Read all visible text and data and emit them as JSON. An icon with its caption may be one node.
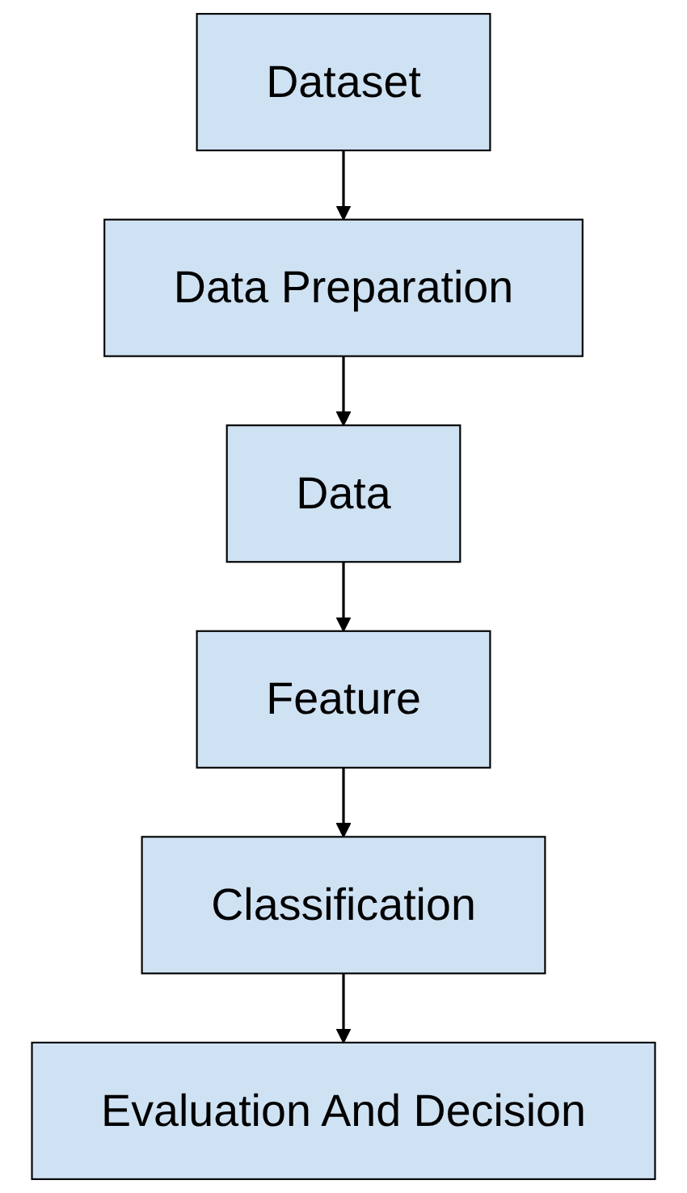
{
  "diagram": {
    "nodes": [
      {
        "text": [
          "Dataset"
        ]
      },
      {
        "text": [
          "Data Preparation"
        ]
      },
      {
        "text": [
          "Data"
        ]
      },
      {
        "text": [
          "Feature"
        ]
      },
      {
        "text": [
          "Classification"
        ]
      },
      {
        "text": [
          "Evaluation And Decision"
        ]
      }
    ],
    "edges": [
      {
        "from": 0,
        "to": 1,
        "arrow": "to"
      },
      {
        "from": 1,
        "to": 2,
        "arrow": "to"
      },
      {
        "from": 2,
        "to": 3,
        "arrow": "to"
      },
      {
        "from": 3,
        "to": 4,
        "arrow": "to"
      },
      {
        "from": 4,
        "to": 5,
        "arrow": "to"
      }
    ]
  }
}
